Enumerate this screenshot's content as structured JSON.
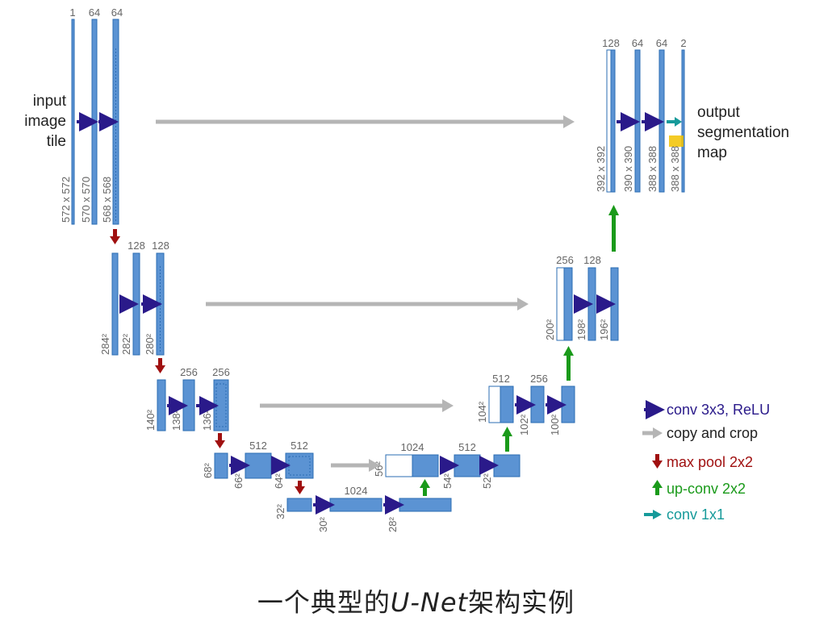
{
  "colors": {
    "block": "#5b93d3",
    "block_stroke": "#2b6cb3",
    "conv": "#2a1a8a",
    "copy": "#b5b5b5",
    "pool": "#a01010",
    "upconv": "#1a9a1a",
    "conv1x1": "#169a9a",
    "label": "#666666",
    "highlight": "#f2c200"
  },
  "side_labels": {
    "input": [
      "input",
      "image",
      "tile"
    ],
    "output": [
      "output",
      "segmentation",
      "map"
    ]
  },
  "channels": {
    "l1_in": "1",
    "l1_a": "64",
    "l1_b": "64",
    "l2_a": "128",
    "l2_b": "128",
    "l3_a": "256",
    "l3_b": "256",
    "l4_a": "512",
    "l4_b": "512",
    "l5": "1024",
    "u4_a": "1024",
    "u4_b": "512",
    "u3_a": "512",
    "u3_b": "256",
    "u2_a": "256",
    "u2_b": "128",
    "u1_a": "128",
    "u1_b": "64",
    "u1_c": "64",
    "u1_d": "2"
  },
  "sizes": {
    "l1_a": "572 x 572",
    "l1_b": "570 x 570",
    "l1_c": "568 x 568",
    "l2_a": "284²",
    "l2_b": "282²",
    "l2_c": "280²",
    "l3_a": "140²",
    "l3_b": "138²",
    "l3_c": "136²",
    "l4_a": "68²",
    "l4_b": "66²",
    "l4_c": "64²",
    "l5_a": "32²",
    "l5_b": "30²",
    "l5_c": "28²",
    "u4_a": "56²",
    "u4_b": "54²",
    "u4_c": "52²",
    "u3_a": "104²",
    "u3_b": "102²",
    "u3_c": "100²",
    "u2_a": "200²",
    "u2_b": "198²",
    "u2_c": "196²",
    "u1_a": "392 x 392",
    "u1_b": "390 x 390",
    "u1_c": "388 x 388",
    "u1_d": "388 x 388"
  },
  "legend": [
    {
      "key": "conv",
      "label": "conv 3x3, ReLU"
    },
    {
      "key": "copy",
      "label": "copy and crop"
    },
    {
      "key": "pool",
      "label": "max pool 2x2"
    },
    {
      "key": "upconv",
      "label": "up-conv 2x2"
    },
    {
      "key": "conv1x1",
      "label": "conv 1x1"
    }
  ],
  "caption": {
    "prefix": "一个典型的",
    "net": "U-Net",
    "suffix": "架构实例"
  }
}
